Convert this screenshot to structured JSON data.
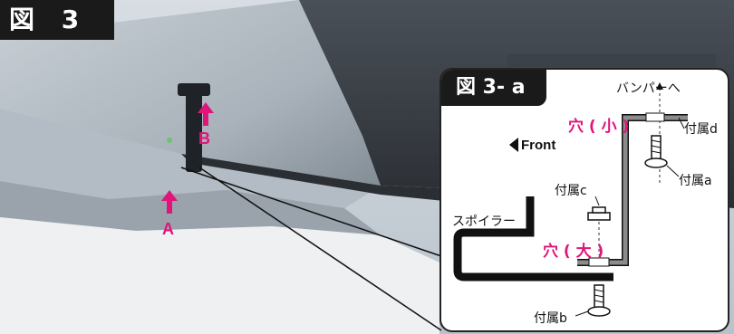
{
  "figure": {
    "label": "図 3"
  },
  "photo_labels": {
    "arrow_a": "A",
    "arrow_b": "B"
  },
  "inset": {
    "title": "図 3- a",
    "to_bumper": "バンパーへ",
    "front_label": "Front",
    "hole_small": "穴 ( 小 )",
    "hole_large": "穴 ( 大 )",
    "spoiler_label": "スポイラー",
    "part_a": "付属a",
    "part_b": "付属b",
    "part_c": "付属c",
    "part_d": "付属d"
  },
  "colors": {
    "accent": "#e0157a",
    "label_bg": "#1a1a1a",
    "bracket_fill": "#8c8c8c"
  }
}
